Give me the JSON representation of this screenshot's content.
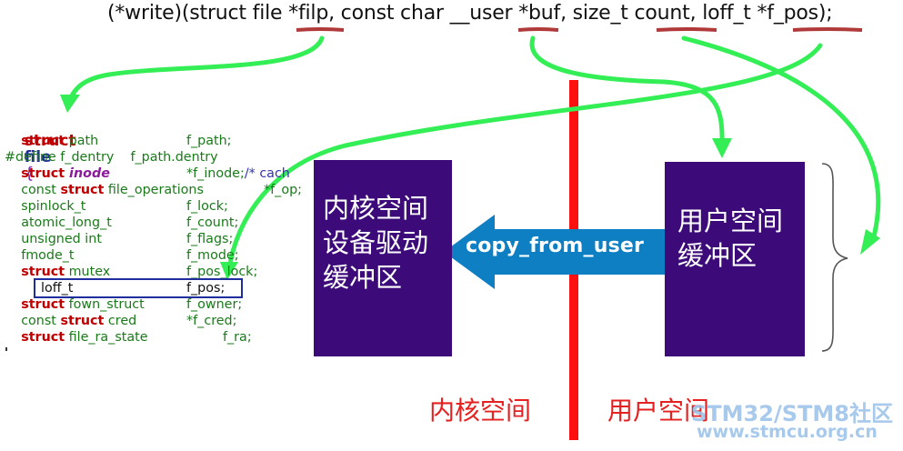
{
  "signature": {
    "prefix": "(*write)(struct file ",
    "arg1": "*filp",
    "sep1": ", const char __user ",
    "arg2": "*buf",
    "sep2": ", size_t ",
    "arg3": "count",
    "sep3": ", loff_t ",
    "arg4": "*f_pos",
    "suffix": ");"
  },
  "struct_code": {
    "header_kw": "struct",
    "header_name": "file",
    "header_brace": "{",
    "lines": [
      {
        "kw": "struct",
        "type": " path",
        "name": "f_path;"
      },
      {
        "kw": "",
        "type": "#define f_dentry    f_path.dentry",
        "name": ""
      },
      {
        "kw": "struct",
        "type": " inode",
        "name": "*f_inode;",
        "comment": "/* cach"
      },
      {
        "kw": "",
        "type": "const ",
        "kw2": "struct",
        "type2": " file_operations",
        "name": "*f_op;"
      },
      {
        "kw": "",
        "type": "spinlock_t",
        "name": "f_lock;"
      },
      {
        "kw": "",
        "type": "atomic_long_t",
        "name": "f_count;"
      },
      {
        "kw": "",
        "type": "unsigned int",
        "name": "f_flags;"
      },
      {
        "kw": "",
        "type": "fmode_t",
        "name": "f_mode;"
      },
      {
        "kw": "struct",
        "type": " mutex",
        "name": "f_pos_lock;"
      },
      {
        "kw": "",
        "type": "loff_t",
        "name": "f_pos;"
      },
      {
        "kw": "struct",
        "type": " fown_struct",
        "name": "f_owner;"
      },
      {
        "kw": "",
        "type": "const ",
        "kw2": "struct",
        "type2": " cred",
        "name": "*f_cred;"
      },
      {
        "kw": "struct",
        "type": " file_ra_state",
        "name": "f_ra;"
      }
    ]
  },
  "kernel_box": {
    "line1": "内核空间",
    "line2": "设备驱动",
    "line3": "缓冲区"
  },
  "user_box": {
    "line1": "用户空间",
    "line2": "缓冲区"
  },
  "copy_arrow": {
    "label": "copy_from_user"
  },
  "regions": {
    "kernel": "内核空间",
    "user": "用户空间"
  },
  "watermark": {
    "line1": "STM32/STM8社区",
    "line2": "www.stmcu.org.cn"
  },
  "colors": {
    "box": "#3d0a7a",
    "arrow_blue": "#0f7fc4",
    "divider": "#ff1010",
    "green_arrow": "#33ee55",
    "region_text": "#e52020"
  }
}
